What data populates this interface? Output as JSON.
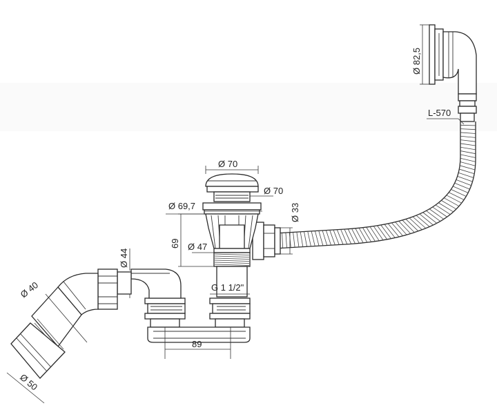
{
  "dimensions": {
    "dia_82_5": "Ø 82,5",
    "length_570": "L-570",
    "dia_70_top": "Ø 70",
    "dia_70_side": "Ø 70",
    "dia_69_7": "Ø 69,7",
    "dia_33": "Ø 33",
    "height_69": "69",
    "dia_47": "Ø 47",
    "dia_44": "Ø 44",
    "thread": "G 1 1/2\"",
    "dia_40": "Ø 40",
    "spacing_89": "89",
    "dia_50": "Ø 50"
  },
  "colors": {
    "line": "#2a2a2a",
    "background": "#ffffff"
  }
}
